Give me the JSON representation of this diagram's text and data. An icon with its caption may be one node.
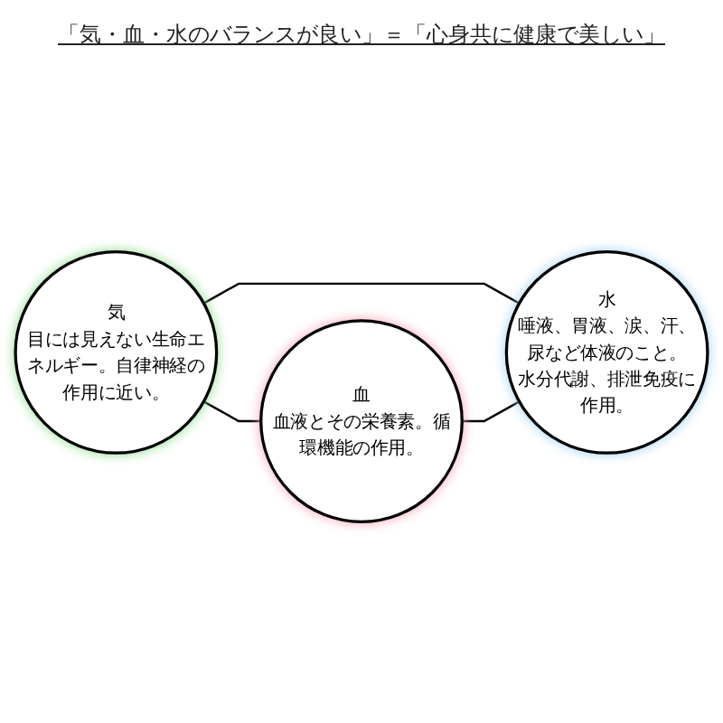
{
  "diagram": {
    "nodes": [
      {
        "text": [
          "気",
          "目には見えない生命エネルギー。自律神経の作用に近い。"
        ]
      },
      {
        "text": [
          "血",
          "血液とその栄養素。循環機能の作用。"
        ]
      },
      {
        "text": [
          "水",
          "唾液、胃液、涙、汗、尿など体液のこと。",
          "水分代謝、排泄免疫に作用。"
        ]
      }
    ],
    "edges": [
      {
        "from": 0,
        "to": 1,
        "arrow": "none"
      },
      {
        "from": 0,
        "to": 2,
        "arrow": "none"
      },
      {
        "from": 1,
        "to": 2,
        "arrow": "none"
      }
    ],
    "labels": [
      "「気・血・水のバランスが良い」＝「心身共に健康で美しい」"
    ]
  }
}
